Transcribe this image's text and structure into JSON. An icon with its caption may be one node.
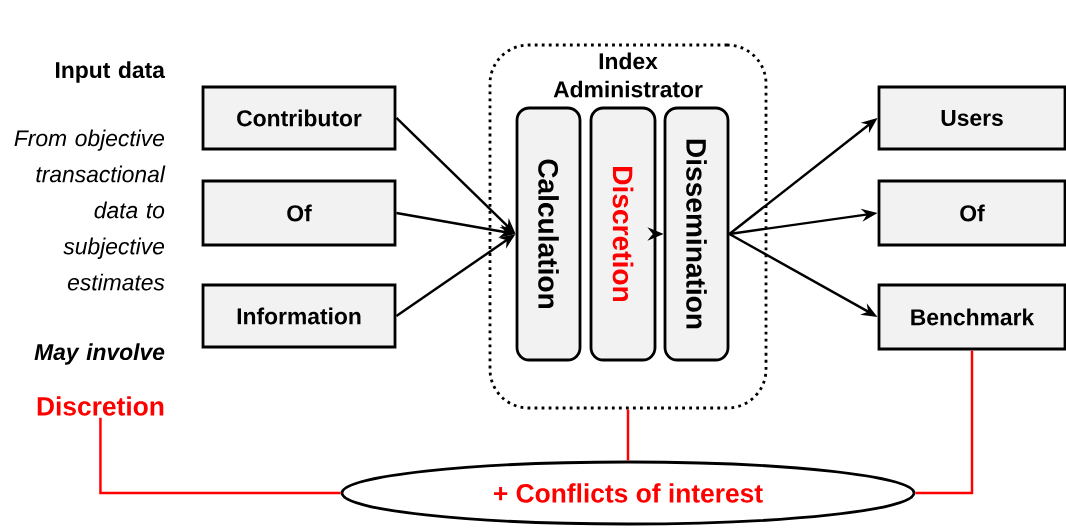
{
  "diagram": {
    "nodes": [
      {
        "text": [
          "Index Administrator"
        ]
      },
      {
        "text": [
          "Contributor"
        ]
      },
      {
        "text": [
          "Of"
        ]
      },
      {
        "text": [
          "Information"
        ]
      },
      {
        "text": [
          "Calculation"
        ],
        "in": 0
      },
      {
        "text": [
          "Discretion"
        ],
        "in": 0
      },
      {
        "text": [
          "Dissemination"
        ],
        "in": 0
      },
      {
        "text": [
          "Users"
        ]
      },
      {
        "text": [
          "Of"
        ]
      },
      {
        "text": [
          "Benchmark"
        ]
      },
      {
        "text": [
          "Discretion"
        ]
      },
      {
        "text": [
          "+ Conflicts of interest"
        ]
      }
    ],
    "edges": [
      {
        "from": 1,
        "to": 4,
        "arrow": "to"
      },
      {
        "from": 2,
        "to": 4,
        "arrow": "to"
      },
      {
        "from": 3,
        "to": 4,
        "arrow": "to"
      },
      {
        "from": 5,
        "to": 6,
        "arrow": "to"
      },
      {
        "from": 6,
        "to": 7,
        "arrow": "to"
      },
      {
        "from": 6,
        "to": 8,
        "arrow": "to"
      },
      {
        "from": 6,
        "to": 9,
        "arrow": "to"
      },
      {
        "from": 10,
        "to": 11,
        "arrow": "none",
        "color": "#ff0000"
      },
      {
        "from": 0,
        "to": 11,
        "arrow": "none",
        "color": "#ff0000"
      },
      {
        "from": 9,
        "to": 11,
        "arrow": "none",
        "color": "#ff0000"
      }
    ],
    "labels": [
      "Input data",
      "From objective transactional data to subjective estimates",
      "May involve"
    ]
  }
}
